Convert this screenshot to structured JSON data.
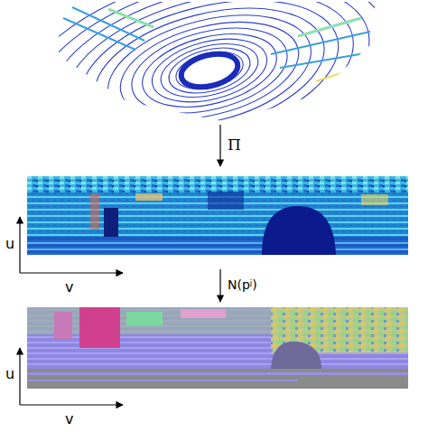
{
  "diagram": {
    "labels": [
      "Π",
      "u",
      "v",
      "N(pʲ)",
      "u",
      "v"
    ]
  }
}
